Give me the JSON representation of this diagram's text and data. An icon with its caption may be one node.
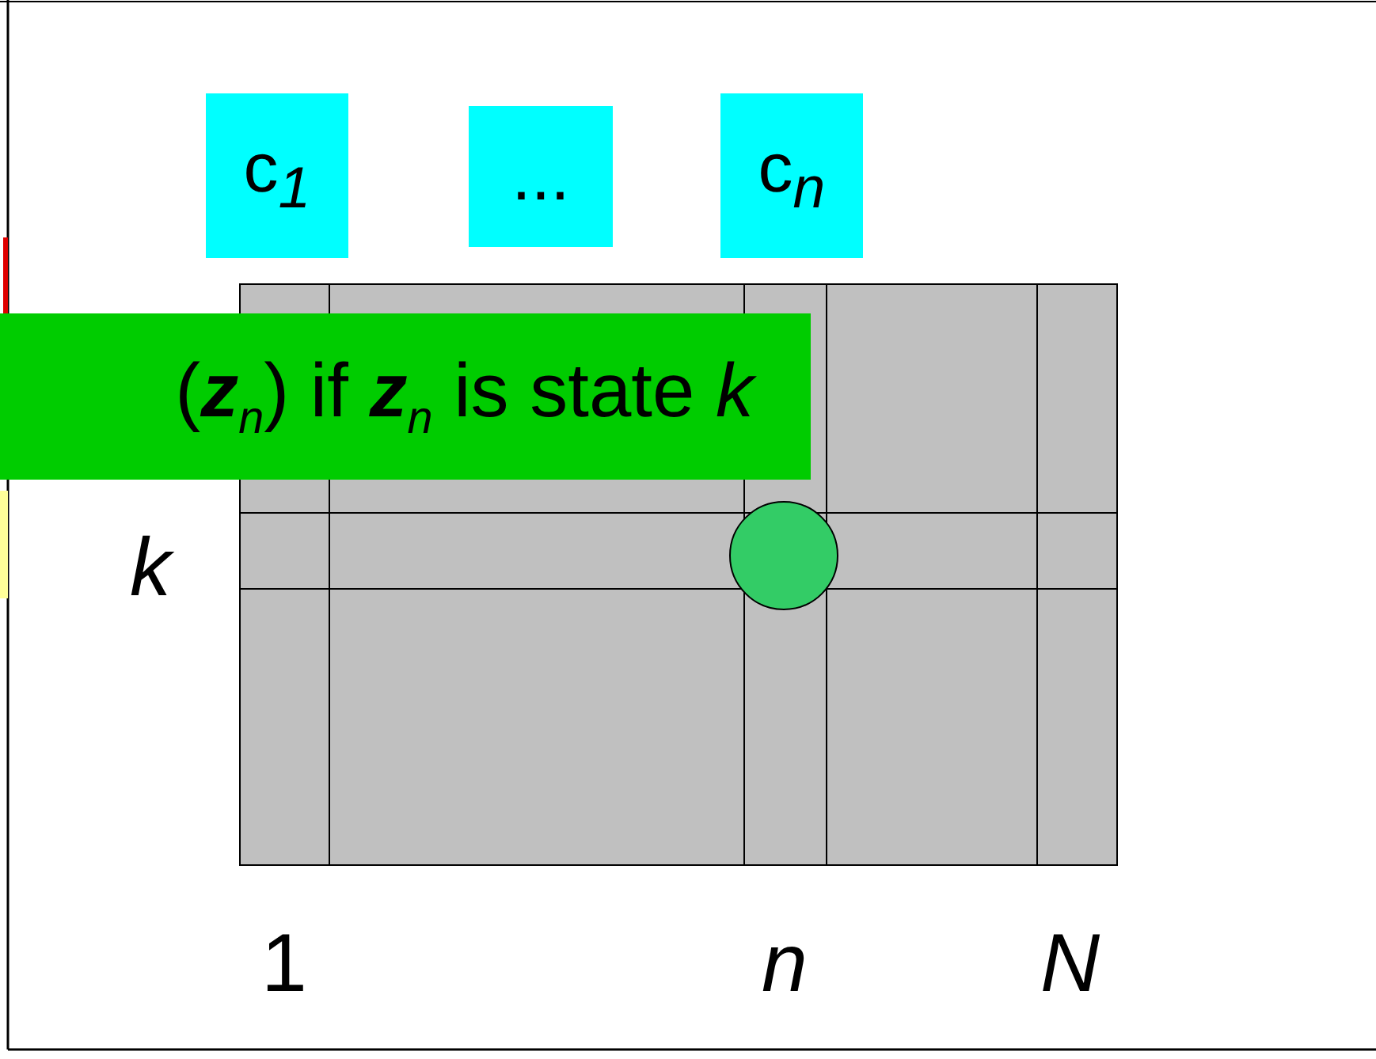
{
  "diagram": {
    "nodes": [
      {
        "text": [
          "c$_{1}$"
        ]
      },
      {
        "text": [
          "..."
        ]
      },
      {
        "text": [
          "c$_{n}$"
        ]
      },
      {
        "text": [],
        "shape": "box"
      },
      {
        "text": [],
        "shape": "circle",
        "in": 3
      },
      {
        "text": [
          "(**z**$_{n}$) if **z**$_{n}$ is state *k*"
        ]
      }
    ],
    "labels": [
      "k",
      "1",
      "n",
      "N"
    ]
  }
}
